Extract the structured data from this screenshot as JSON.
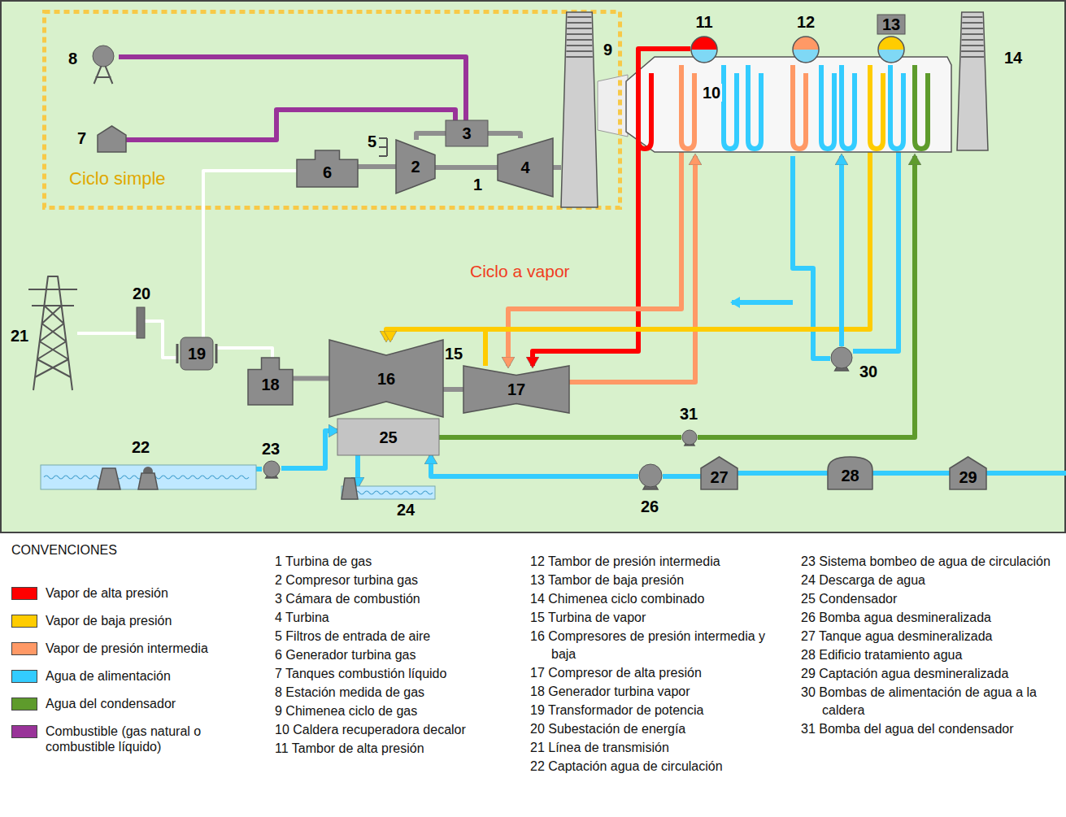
{
  "diagram": {
    "nodes": [
      {
        "text": [
          "Ciclo simple"
        ]
      },
      {
        "text": [
          "3"
        ],
        "in": 0
      },
      {
        "text": [
          "6"
        ],
        "in": 0
      },
      {
        "text": [
          "2"
        ],
        "in": 0
      },
      {
        "text": [
          "4"
        ],
        "in": 0
      },
      {
        "text": [
          "8"
        ],
        "in": 0
      },
      {
        "text": [
          "7"
        ],
        "in": 0
      },
      {
        "text": [
          "9"
        ],
        "in": 0
      },
      {
        "text": [
          "10"
        ]
      },
      {
        "text": [
          "11"
        ]
      },
      {
        "text": [
          "12"
        ]
      },
      {
        "text": [
          "13"
        ]
      },
      {
        "text": [
          "14"
        ]
      },
      {
        "text": [
          "21"
        ]
      },
      {
        "text": [
          "20"
        ]
      },
      {
        "text": [
          "19"
        ]
      },
      {
        "text": [
          "18"
        ]
      },
      {
        "text": [
          "16"
        ]
      },
      {
        "text": [
          "17"
        ]
      },
      {
        "text": [
          "25"
        ]
      },
      {
        "text": [
          "22"
        ]
      },
      {
        "text": [
          "23"
        ]
      },
      {
        "text": [
          "24"
        ]
      },
      {
        "text": [
          "26"
        ]
      },
      {
        "text": [
          "27"
        ]
      },
      {
        "text": [
          "28"
        ]
      },
      {
        "text": [
          "29"
        ]
      },
      {
        "text": [
          "30"
        ]
      },
      {
        "text": [
          "31"
        ]
      }
    ],
    "edges": [
      {
        "from": 5,
        "to": 1,
        "arrow": "none"
      },
      {
        "from": 6,
        "to": 1,
        "arrow": "none"
      },
      {
        "from": 1,
        "to": 3,
        "arrow": "none"
      },
      {
        "from": 1,
        "to": 4,
        "arrow": "none"
      },
      {
        "from": 2,
        "to": 3,
        "arrow": "none"
      },
      {
        "from": 3,
        "to": 4,
        "arrow": "none"
      },
      {
        "from": 9,
        "to": 18,
        "arrow": "to"
      },
      {
        "from": 10,
        "to": 18,
        "arrow": "to"
      },
      {
        "from": 18,
        "to": 8,
        "arrow": "to"
      },
      {
        "from": 11,
        "to": 17,
        "arrow": "to"
      },
      {
        "from": 18,
        "to": 17,
        "arrow": "to"
      },
      {
        "from": 27,
        "to": 8,
        "arrow": "to"
      },
      {
        "from": 27,
        "to": 11,
        "arrow": "to"
      },
      {
        "from": 19,
        "to": 28,
        "arrow": "none"
      },
      {
        "from": 28,
        "to": 8,
        "arrow": "to"
      },
      {
        "from": 26,
        "to": 25,
        "arrow": "none"
      },
      {
        "from": 25,
        "to": 24,
        "arrow": "none"
      },
      {
        "from": 24,
        "to": 23,
        "arrow": "none"
      },
      {
        "from": 23,
        "to": 19,
        "arrow": "to"
      },
      {
        "from": 20,
        "to": 21,
        "arrow": "none"
      },
      {
        "from": 21,
        "to": 19,
        "arrow": "to"
      },
      {
        "from": 19,
        "to": 22,
        "arrow": "to"
      },
      {
        "from": 2,
        "to": 15,
        "arrow": "none"
      },
      {
        "from": 16,
        "to": 15,
        "arrow": "none"
      },
      {
        "from": 15,
        "to": 14,
        "arrow": "none"
      },
      {
        "from": 14,
        "to": 13,
        "arrow": "none"
      },
      {
        "from": 16,
        "to": 17,
        "arrow": "none"
      },
      {
        "from": 17,
        "to": 18,
        "arrow": "none"
      },
      {
        "from": 4,
        "to": 7,
        "arrow": "none"
      }
    ],
    "labels": [
      "1",
      "5",
      "15",
      "Ciclo a vapor",
      "CONVENCIONES",
      "1 Turbina de gas",
      "2 Compresor turbina gas",
      "3 Cámara de combustión",
      "4 Turbina",
      "5 Filtros de entrada de aire",
      "6 Generador turbina gas",
      "7 Tanques combustión líquido",
      "8 Estación medida de gas",
      "9 Chimenea ciclo de gas",
      "10 Caldera recuperadora decalor",
      "11 Tambor de alta presión",
      "12 Tambor de presión intermedia",
      "13 Tambor de baja presión",
      "14 Chimenea ciclo combinado",
      "15 Turbina de vapor",
      "16 Compresores de presión intermedia y baja",
      "17 Compresor de alta presión",
      "18 Generador turbina vapor",
      "19 Transformador de potencia",
      "20 Subestación de energía",
      "21 Línea de transmisión",
      "22 Captación agua de circulación",
      "23 Sistema bombeo de agua de circulación",
      "24 Descarga de agua",
      "25 Condensador",
      "26 Bomba agua desmineralizada",
      "27 Tanque agua desmineralizada",
      "28 Edificio tratamiento agua",
      "29 Captación agua desmineralizada",
      "30 Bombas de alimentación de agua a la caldera",
      "31 Bomba del agua del condensador"
    ],
    "legend": [
      {
        "text": "Vapor de alta presión",
        "color": "#ff0000"
      },
      {
        "text": "Vapor de baja presión",
        "color": "#ffcc00"
      },
      {
        "text": "Vapor de presión intermedia",
        "color": "#ff9966"
      },
      {
        "text": "Agua de alimentación",
        "color": "#33ccff"
      },
      {
        "text": "Agua del condensador",
        "color": "#5e9b2c"
      },
      {
        "text": "Combustible (gas natural o combustible líquido)",
        "color": "#993399"
      }
    ]
  }
}
